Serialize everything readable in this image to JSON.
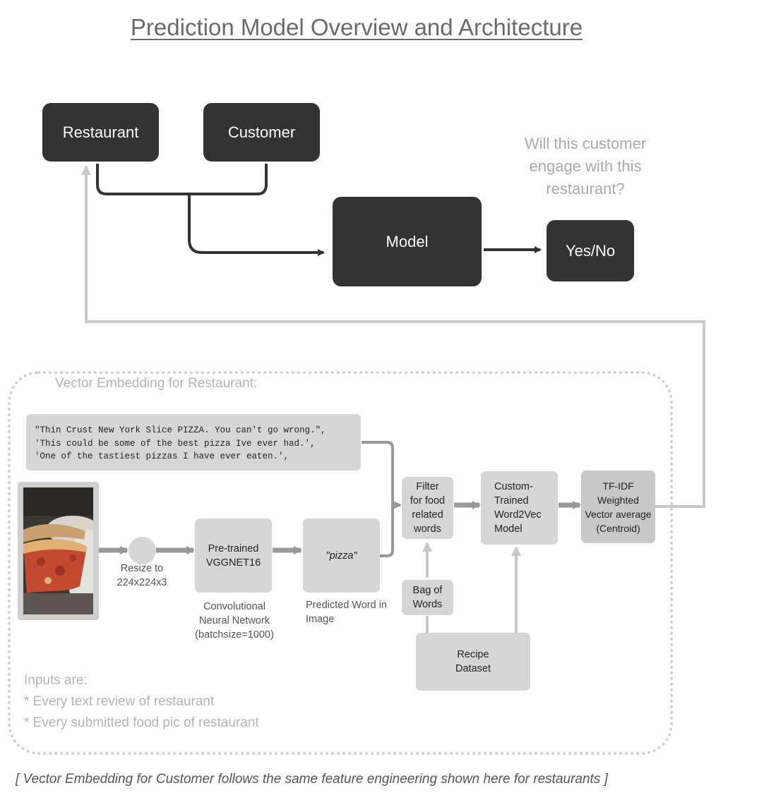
{
  "title": "Prediction Model Overview and Architecture",
  "top": {
    "restaurant": "Restaurant",
    "customer": "Customer",
    "model": "Model",
    "yes_no": "Yes/No",
    "question_lines": [
      "Will this customer",
      "engage with this",
      "restaurant?"
    ]
  },
  "panel": {
    "title": "Vector Embedding for Restaurant:",
    "reviews": [
      "\"Thin Crust New York Slice PIZZA. You can't go wrong.\",",
      "'This could be some of the best pizza Ive ever had.',",
      "'One of the tastiest pizzas I have ever eaten.',"
    ],
    "resize_caption": [
      "Resize to",
      "224x224x3"
    ],
    "vgg_box": [
      "Pre-trained",
      "VGGNET16"
    ],
    "vgg_caption": [
      "Convolutional",
      "Neural Network",
      "(batchsize=1000)"
    ],
    "pizza_box": "\"pizza\"",
    "pizza_caption": [
      "Predicted Word in",
      "Image"
    ],
    "filter_box": [
      "Filter",
      "for food",
      "related",
      "words"
    ],
    "bag_box": [
      "Bag of",
      "Words"
    ],
    "w2v_box": [
      "Custom-",
      "Trained",
      "Word2Vec",
      "Model"
    ],
    "tfidf_box": [
      "TF-IDF",
      "Weighted",
      "Vector average",
      "(Centroid)"
    ],
    "recipe_box": [
      "Recipe",
      "Dataset"
    ],
    "inputs_lines": [
      "Inputs are:",
      "* Every text review of restaurant",
      "* Every submitted food pic of restaurant"
    ]
  },
  "footer": "[ Vector Embedding for Customer follows the same feature engineering shown here for restaurants ]",
  "colors": {
    "dark_box": "#333333",
    "light_box": "#d6d6d6",
    "connector_light": "#c8c8c8",
    "connector_mid": "#999999"
  },
  "icons": {
    "food_photo": "pizza-photo"
  }
}
